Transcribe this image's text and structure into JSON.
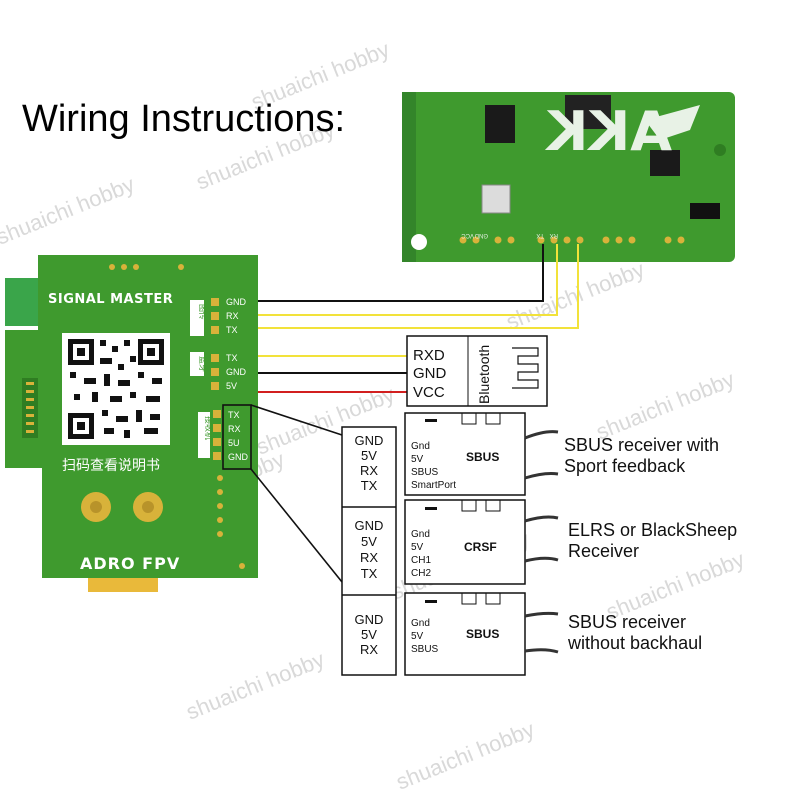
{
  "title": "Wiring Instructions:",
  "watermark": "shuaichi hobby",
  "vtx_board": {
    "brand": "AKK",
    "pins": [
      "TX",
      "RX",
      "VCC",
      "GND"
    ]
  },
  "fpv_board": {
    "name": "SIGNAL MASTER",
    "model": "ADRO FPV",
    "qr_caption": "扫码查看说明书",
    "groups": [
      {
        "tag": "图传",
        "pins": [
          "GND",
          "RX",
          "TX"
        ]
      },
      {
        "tag": "蓝牙",
        "pins": [
          "TX",
          "GND",
          "5V"
        ]
      },
      {
        "tag": "接收机",
        "pins": [
          "TX",
          "RX",
          "5U",
          "GND"
        ]
      }
    ]
  },
  "bluetooth": {
    "label": "Bluetooth",
    "pins": [
      "RXD",
      "GND",
      "VCC"
    ]
  },
  "receivers": [
    {
      "connector_pins": [
        "GND",
        "5V",
        "RX",
        "TX"
      ],
      "module_pins": [
        "Gnd",
        "5V",
        "SBUS",
        "SmartPort"
      ],
      "module_title": "SBUS",
      "description": [
        "SBUS receiver with",
        "Sport feedback"
      ]
    },
    {
      "connector_pins": [
        "GND",
        "5V",
        "RX",
        "TX"
      ],
      "module_pins": [
        "Gnd",
        "5V",
        "CH1",
        "CH2"
      ],
      "module_title": "CRSF",
      "description": [
        "ELRS or BlackSheep",
        "Receiver"
      ]
    },
    {
      "connector_pins": [
        "GND",
        "5V",
        "RX"
      ],
      "module_pins": [
        "Gnd",
        "5V",
        "SBUS"
      ],
      "module_title": "SBUS",
      "description": [
        "SBUS receiver",
        "without backhaul"
      ]
    }
  ],
  "colors": {
    "pcb": "#3f9a2e",
    "pcb_dark": "#2f7d22",
    "gold": "#d8b23a",
    "wire_black": "#111111",
    "wire_yellow": "#f2e23a",
    "wire_red": "#d21f1f",
    "watermark": "#d9d9d9"
  }
}
